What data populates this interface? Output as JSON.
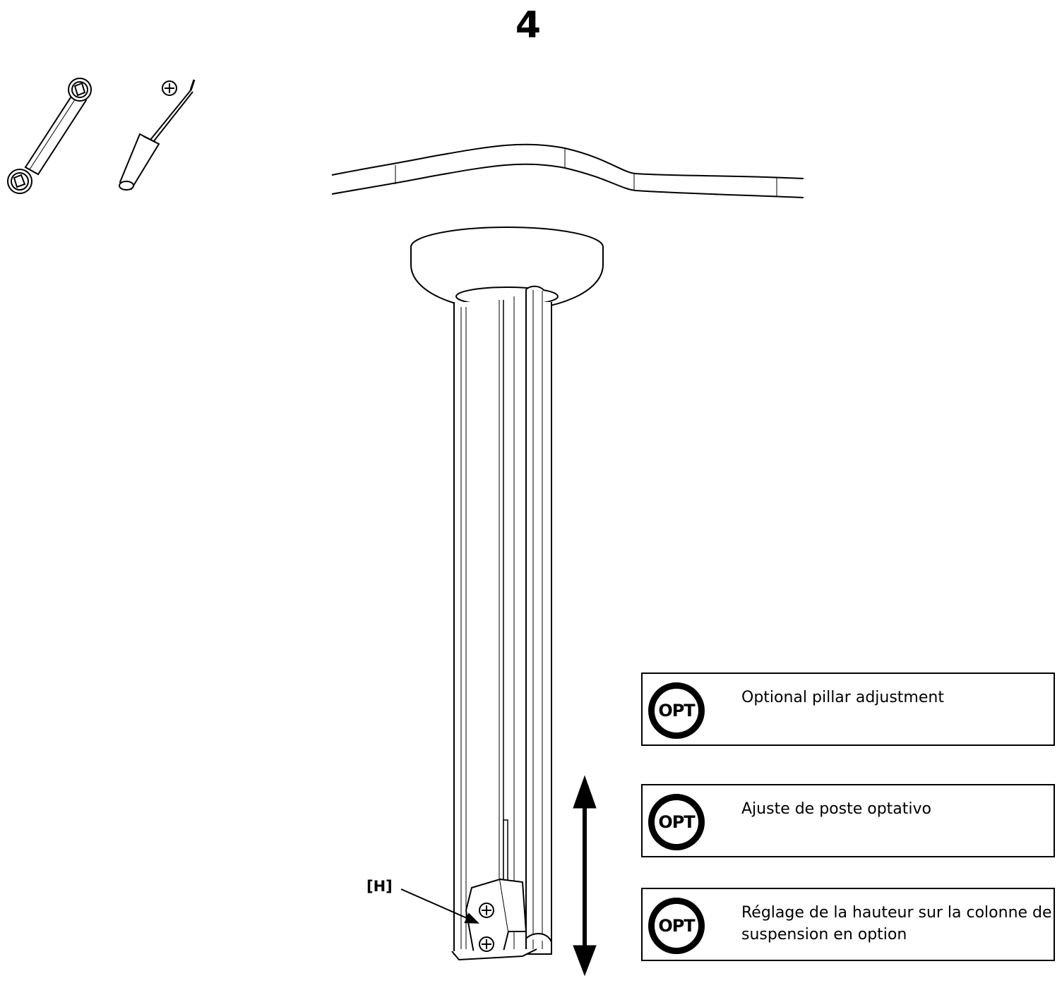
{
  "step": {
    "number": "4"
  },
  "tools": [
    {
      "icon": "wrench-icon"
    },
    {
      "icon": "phillips-screwdriver-icon"
    }
  ],
  "part_label": "[H]",
  "notes": [
    {
      "badge": "OPT",
      "text": "Optional pillar adjustment"
    },
    {
      "badge": "OPT",
      "text": "Ajuste de poste optativo"
    },
    {
      "badge": "OPT",
      "text": "Réglage de la hauteur sur la colonne de suspension en option"
    }
  ],
  "colors": {
    "line": "#000000",
    "background": "#ffffff"
  }
}
